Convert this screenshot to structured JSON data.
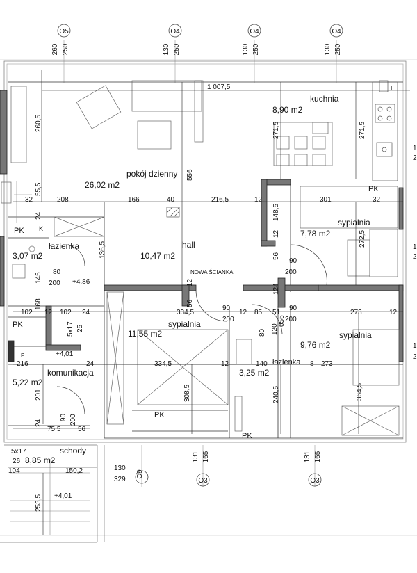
{
  "axes": {
    "top": [
      "O5",
      "O4",
      "O4",
      "O4"
    ],
    "bottom": [
      "O9",
      "O3",
      "O3"
    ]
  },
  "top_dims": [
    [
      "260",
      "250"
    ],
    [
      "130",
      "250"
    ],
    [
      "130",
      "250"
    ],
    [
      "130",
      "250"
    ]
  ],
  "bottom_dims": [
    [
      "130",
      "329"
    ],
    [
      "131",
      "165"
    ],
    [
      "131",
      "165"
    ]
  ],
  "rooms": {
    "living": {
      "name": "pokój dzienny",
      "area": "26,02 m2"
    },
    "kitchen": {
      "name": "kuchnia",
      "area": "8,90 m2"
    },
    "hall": {
      "name": "hall",
      "area": "10,47 m2"
    },
    "bath1": {
      "name": "łazienka",
      "area": "3,07 m2"
    },
    "bed_ne": {
      "name": "sypialnia",
      "area": "7,78 m2"
    },
    "bed_c": {
      "name": "sypialnia",
      "area": "11,55 m2"
    },
    "bed_se": {
      "name": "sypialnia",
      "area": "9,76 m2"
    },
    "bath2": {
      "name": "łazienka",
      "area": "3,25 m2"
    },
    "comm": {
      "name": "komunikacja",
      "area": "5,22 m2"
    },
    "stairs": {
      "name": "schody",
      "area": "8,85 m2"
    }
  },
  "labels": {
    "new_wall": "NOWA ŚCIANKA",
    "pk": "PK",
    "k": "K",
    "l": "L",
    "p": "P"
  },
  "dims": {
    "d1007": "1 007,5",
    "d260_5": "260,5",
    "d556": "556",
    "d271_5a": "271,5",
    "d271_5b": "271,5",
    "d32a": "32",
    "d208": "208",
    "d166": "166",
    "d40": "40",
    "d216_5": "216,5",
    "d12a": "12",
    "d301": "301",
    "d32b": "32",
    "d148_5": "148,5",
    "d12b": "12",
    "d272_5": "272,5",
    "d55_5": "55,5",
    "d24a": "24",
    "d136_5": "136,5",
    "d145": "145",
    "d80a": "80",
    "d200a": "200",
    "lvl486": "+4,86",
    "d12c": "12",
    "d56a": "56",
    "d90a": "90",
    "d200b": "200",
    "d124": "124",
    "d168": "168",
    "d102a": "102",
    "d12d": "12",
    "d102b": "102",
    "d24b": "24",
    "d334_5a": "334,5",
    "d56b": "56",
    "d90b": "90",
    "d12e": "12",
    "d200c": "200",
    "d85": "85",
    "d51": "51",
    "d90c": "90",
    "d200d": "200",
    "d273a": "273",
    "d12f": "12",
    "d5x17a": "5x17",
    "d25": "25",
    "d80b": "80",
    "d120": "120",
    "d056": "056",
    "lvl401a": "+4,01",
    "d216": "216",
    "d24c": "24",
    "d334_5b": "334,5",
    "d12g": "12",
    "d140": "140",
    "d8": "8",
    "d273b": "273",
    "d308_5": "308,5",
    "d364_5": "364,5",
    "d201": "201",
    "d240_5": "240,5",
    "d90d": "90",
    "d200e": "200",
    "d75_5": "75,5",
    "d56c": "56",
    "d24d": "24",
    "d5x17b": "5x17",
    "d26": "26",
    "d104": "104",
    "d150_2": "150,2",
    "d253_5": "253,5",
    "lvl401b": "+4,01",
    "r1": "1",
    "r2": "2"
  }
}
